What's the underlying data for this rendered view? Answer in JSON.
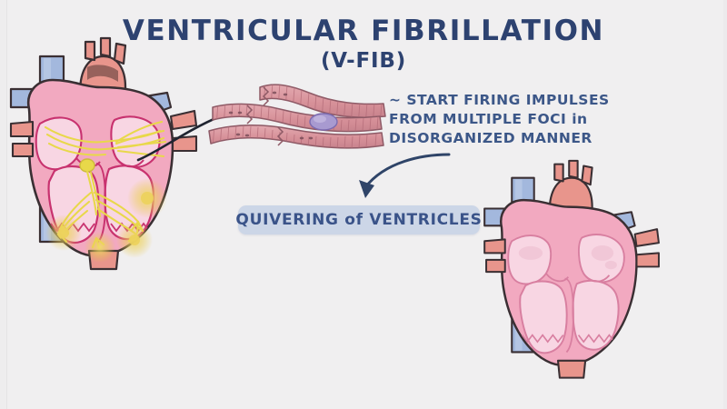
{
  "slide": {
    "background_color": "#f0eff0",
    "title": "VENTRICULAR FIBRILLATION",
    "subtitle": "(V-FIB)",
    "title_color": "#2d4270"
  },
  "annotation": {
    "name": "firing-impulses-note",
    "line1": "~ START FIRING IMPULSES",
    "line2_a": "FROM MULTIPLE FOCI ",
    "line2_b": "in",
    "line3": "DISORGANIZED MANNER",
    "color": "#3c5788"
  },
  "callout_box": {
    "name": "quivering-of-ventricles-box",
    "text_a": "QUIVERING ",
    "text_b": "of",
    "text_c": " VENTRICLES",
    "fill_color": "#ccd6e7",
    "text_color": "#3a5389"
  },
  "illustrations": {
    "heart_left": {
      "label": "heart-with-conduction-system",
      "description": "Coronal cutaway of the heart showing the yellow electrical conduction system with multiple glowing ectopic foci in the ventricles",
      "myocardium_color": "#f2a9c0",
      "chamber_color": "#f8d6e3",
      "endocardium_outline": "#c8326f",
      "conduction_color": "#e8d84a",
      "focus_glow_color": "#e8c84a",
      "aorta_color": "#e8958c",
      "vein_color": "#a3b8dd",
      "outline_color": "#3a2f33",
      "foci_count": 4
    },
    "heart_right": {
      "label": "heart-quivering",
      "description": "Coronal cutaway of the heart without the conduction system, representing the quivering ventricles",
      "myocardium_color": "#f2a9c0",
      "chamber_color": "#f8d6e3",
      "aorta_color": "#e8958c",
      "vein_color": "#a3b8dd",
      "outline_color": "#3a2f33"
    },
    "muscle_fibers": {
      "label": "cardiac-muscle-fibers",
      "description": "Branching striated cardiac muscle fibers with intercalated discs and a purple nucleus",
      "fiber_color": "#d79199",
      "fiber_shade": "#c97f8a",
      "striation_color": "#b26a77",
      "nucleus_color": "#a89ad0",
      "outline_color": "#8e5a66"
    },
    "leader_line": {
      "label": "leader-line-heart-to-fibers",
      "color": "#1f2430"
    },
    "arrow": {
      "label": "curved-arrow-to-callout",
      "color": "#2f4468"
    }
  }
}
